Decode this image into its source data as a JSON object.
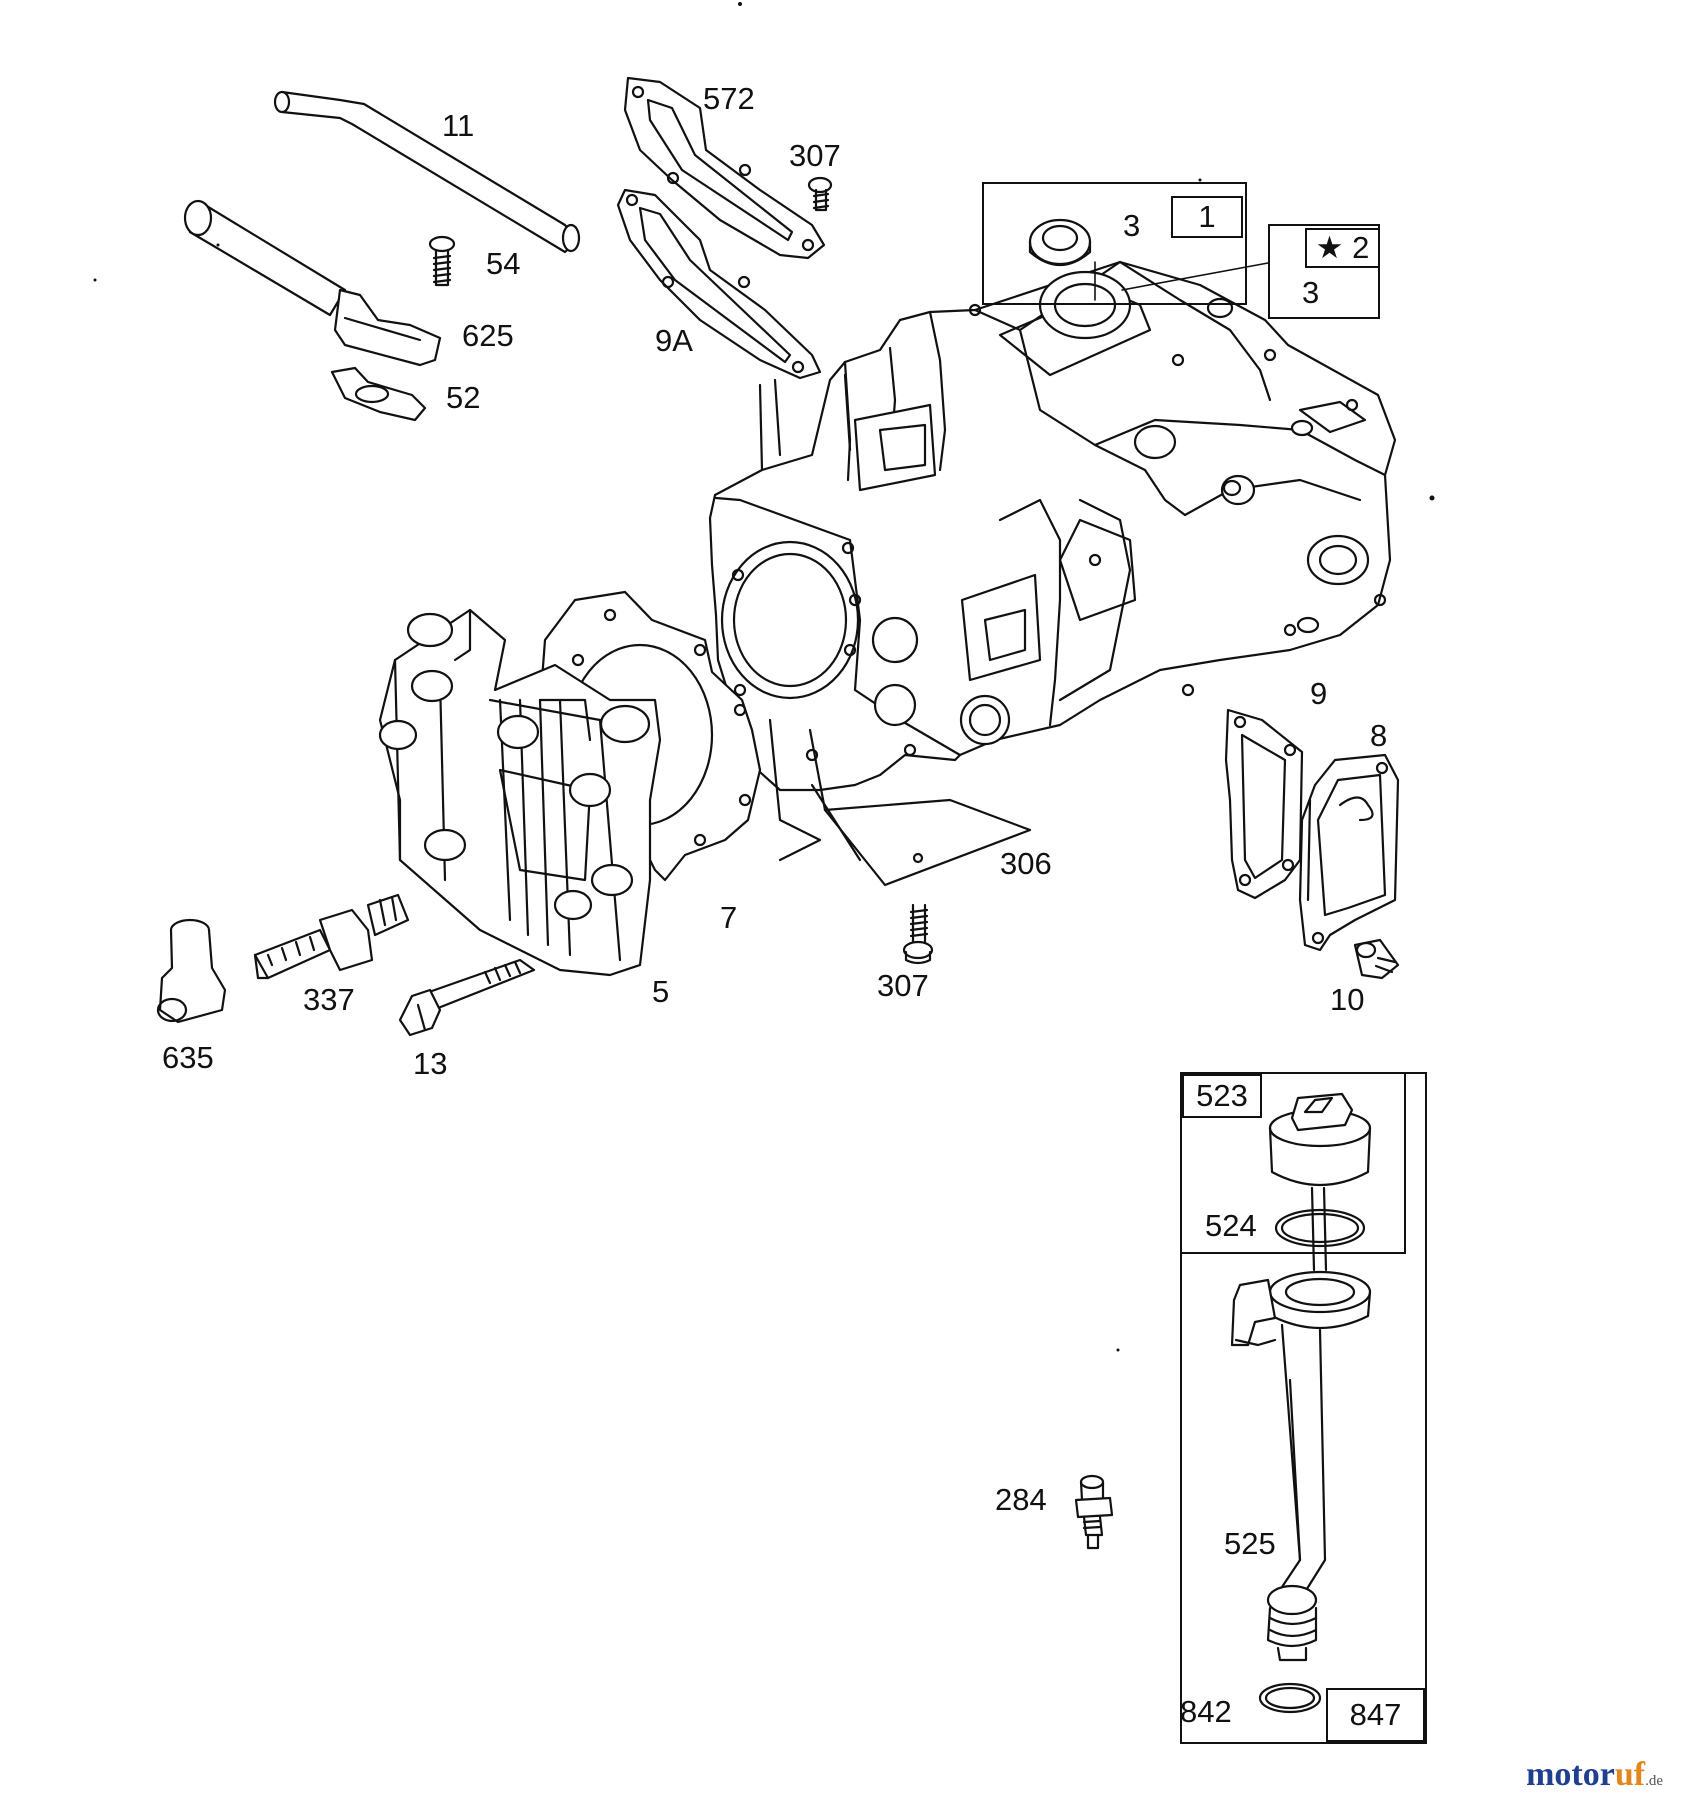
{
  "labels": {
    "p11": "11",
    "p572": "572",
    "p307_top": "307",
    "p54": "54",
    "p625": "625",
    "p52": "52",
    "p9a": "9A",
    "p3_top": "3",
    "p3_box": "3",
    "p9": "9",
    "p8": "8",
    "p306": "306",
    "p7": "7",
    "p307_bot": "307",
    "p10": "10",
    "p337": "337",
    "p5": "5",
    "p635": "635",
    "p13": "13",
    "p524": "524",
    "p284": "284",
    "p525": "525",
    "p842": "842"
  },
  "boxes": {
    "b1": "1",
    "b2": "★ 2",
    "b523": "523",
    "b847": "847"
  },
  "watermark": {
    "text": "motoruf",
    "suffix": ".de",
    "color_main": "#1f3f8f",
    "color_accent": "#e0861a"
  }
}
